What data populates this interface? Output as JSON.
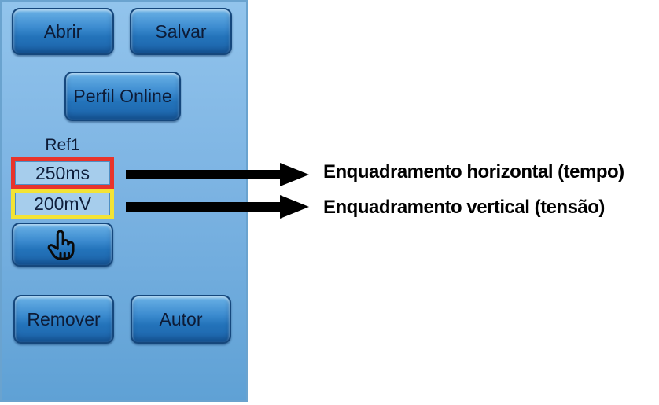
{
  "panel": {
    "buttons": {
      "abrir": "Abrir",
      "salvar": "Salvar",
      "perfil_online": "Perfil Online",
      "remover": "Remover",
      "autor": "Autor"
    },
    "reference": {
      "label": "Ref1",
      "horizontal_value": "250ms",
      "vertical_value": "200mV"
    },
    "hand_button_icon": "hand-pointer-icon"
  },
  "annotations": [
    {
      "text": "Enquadramento horizontal (tempo)",
      "target": "horizontal_value",
      "highlight_color": "#e8342b"
    },
    {
      "text": "Enquadramento vertical (tensão)",
      "target": "vertical_value",
      "highlight_color": "#f3e335"
    }
  ],
  "colors": {
    "panel_background_top": "#92c4ec",
    "panel_background_bottom": "#5fa1d5",
    "button_blue": "#2373ba",
    "button_border": "#15477c",
    "highlight_red": "#e8342b",
    "highlight_yellow": "#f3e335",
    "arrow_black": "#000000"
  }
}
